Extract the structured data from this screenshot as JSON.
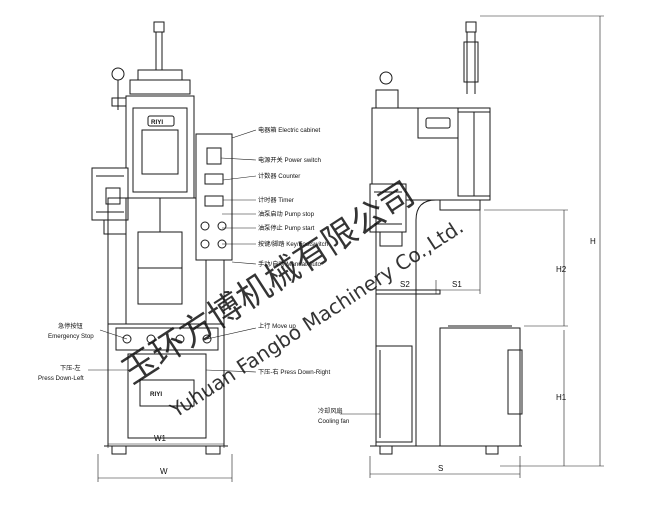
{
  "labels": {
    "electric_cabinet": "电器箱 Electric cabinet",
    "power_switch": "电源开关 Power switch",
    "counter": "计数器 Counter",
    "timer": "计时器 Timer",
    "pump_stop": "油泵启动 Pump stop",
    "pump_start": "油泵停止 Pump start",
    "key_footswitch": "按键/脚踏 Key/Footswitch",
    "manual_auto": "手动/自动 Manual/Auto",
    "emergency_cn": "急停按钮",
    "emergency_en": "Emergency Stop",
    "move_up": "上行 Move up",
    "press_left_cn": "下压-左",
    "press_left_en": "Press Down-Left",
    "press_right": "下压-右 Press Down-Right",
    "cooling_cn": "冷却风扇",
    "cooling_en": "Cooling fan",
    "brand_top": "RIYI",
    "brand_front": "RIYI"
  },
  "dimensions": {
    "w1": "W1",
    "w": "W",
    "s2": "S2",
    "s1": "S1",
    "s": "S",
    "h": "H",
    "h2": "H2",
    "h1": "H1"
  },
  "watermark": {
    "cn": "玉环方博机械有限公司",
    "en": "Yuhuan Fangbo Machinery Co.,Ltd."
  },
  "colors": {
    "line": "#1a1a1a",
    "watermark": "#18c23c"
  }
}
